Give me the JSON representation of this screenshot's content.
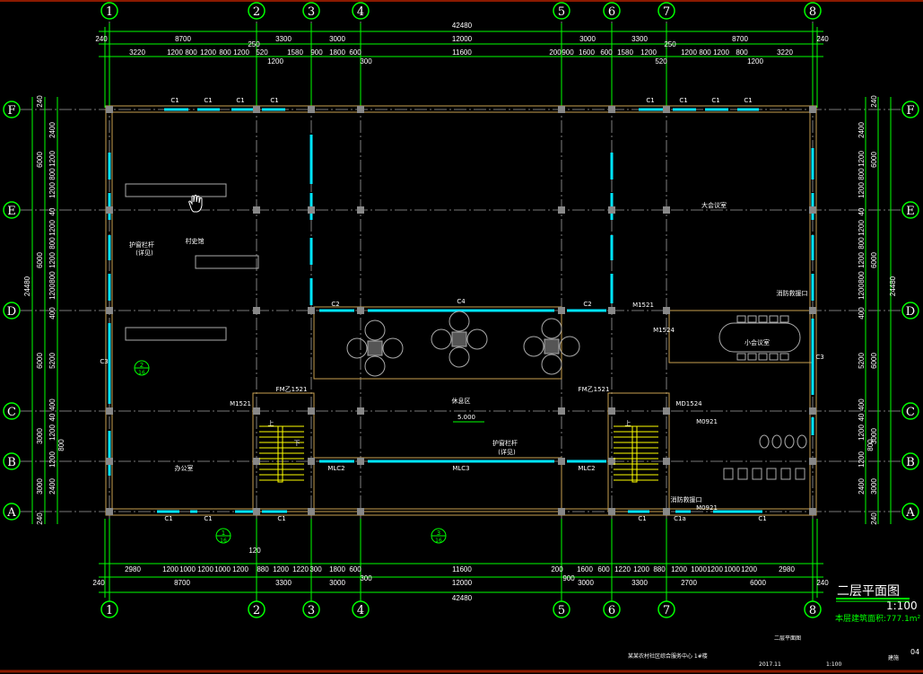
{
  "drawing": {
    "title": "二层平面图",
    "scale": "1:100",
    "area_label": "本层建筑面积:777.1m²",
    "colors": {
      "background": "#000000",
      "dimension": "#00ff00",
      "wall": "#c8a050",
      "window": "#00e5ff",
      "axis": "#a0a0a0",
      "stair": "#ffff00",
      "border": "#8b1a00"
    }
  },
  "axes": {
    "x": [
      "1",
      "2",
      "3",
      "4",
      "5",
      "6",
      "7",
      "8"
    ],
    "y": [
      "F",
      "E",
      "D",
      "C",
      "B",
      "A"
    ]
  },
  "dims_top": {
    "total": "42480",
    "row2": [
      "240",
      "8700",
      "3300",
      "3000",
      "12000",
      "3000",
      "3300",
      "8700",
      "240"
    ],
    "row3": [
      "3220",
      "1200",
      "800",
      "1200",
      "800",
      "1200",
      "520",
      "1200",
      "1580",
      "900",
      "1800",
      "600",
      "300",
      "11600",
      "200",
      "900",
      "1600",
      "600",
      "1580",
      "1200",
      "520",
      "1200",
      "800",
      "1200",
      "800",
      "1200",
      "3220"
    ],
    "small": [
      "250",
      "250"
    ]
  },
  "dims_bottom": {
    "total": "42480",
    "row2": [
      "240",
      "8700",
      "3300",
      "3000",
      "12000",
      "3000",
      "3300",
      "2700",
      "6000",
      "240"
    ],
    "row3": [
      "2980",
      "1200",
      "1000",
      "1200",
      "1000",
      "1200",
      "880",
      "1200",
      "1220",
      "300",
      "1800",
      "600",
      "300",
      "11600",
      "200",
      "900",
      "1600",
      "600",
      "1220",
      "1200",
      "880",
      "1200",
      "1000",
      "1200",
      "1000",
      "1200",
      "2980"
    ],
    "small": [
      "120"
    ]
  },
  "dims_side": {
    "total": "24480",
    "row2": [
      "240",
      "6000",
      "6000",
      "6000",
      "3000",
      "3000",
      "240"
    ],
    "row3": [
      "2400",
      "1200",
      "800",
      "1200",
      "40",
      "1200",
      "800",
      "1200",
      "800",
      "1200",
      "400",
      "5200",
      "400",
      "40",
      "1200",
      "800",
      "1200",
      "2400"
    ]
  },
  "rooms": {
    "village_history": "村史馆",
    "large_meeting": "大会议室",
    "small_meeting": "小会议室",
    "office": "办公室",
    "rest_area": "休息区",
    "fire_rescue_1": "消防救援口",
    "fire_rescue_2": "消防救援口",
    "elevation": "5.000",
    "stair_up_1": "上",
    "stair_down_1": "下",
    "stair_up_2": "上",
    "railing_1": "护窗栏杆",
    "railing_1b": "(详见)",
    "railing_2": "护窗栏杆",
    "railing_2b": "(详见)"
  },
  "doors": [
    "M1521",
    "FM乙1521",
    "FM乙1521",
    "M1521",
    "M1524",
    "MD1524",
    "M0921",
    "M0921"
  ],
  "windows": {
    "c1": "C1",
    "c2": "C2",
    "c3": "C3",
    "c4": "C4",
    "mlc2": "MLC2",
    "mlc3": "MLC3",
    "c1a": "C1a"
  },
  "detail_refs": [
    {
      "num": "2",
      "sheet": "16"
    },
    {
      "num": "1",
      "sheet": "16"
    },
    {
      "num": "3",
      "sheet": "16"
    }
  ],
  "title_block": {
    "project": "某某农村社区综合服务中心 1#楼",
    "sheet_name": "二层平面图",
    "date": "2017.11",
    "scale": "1:100",
    "discipline": "建施",
    "sheet_no": "04"
  }
}
